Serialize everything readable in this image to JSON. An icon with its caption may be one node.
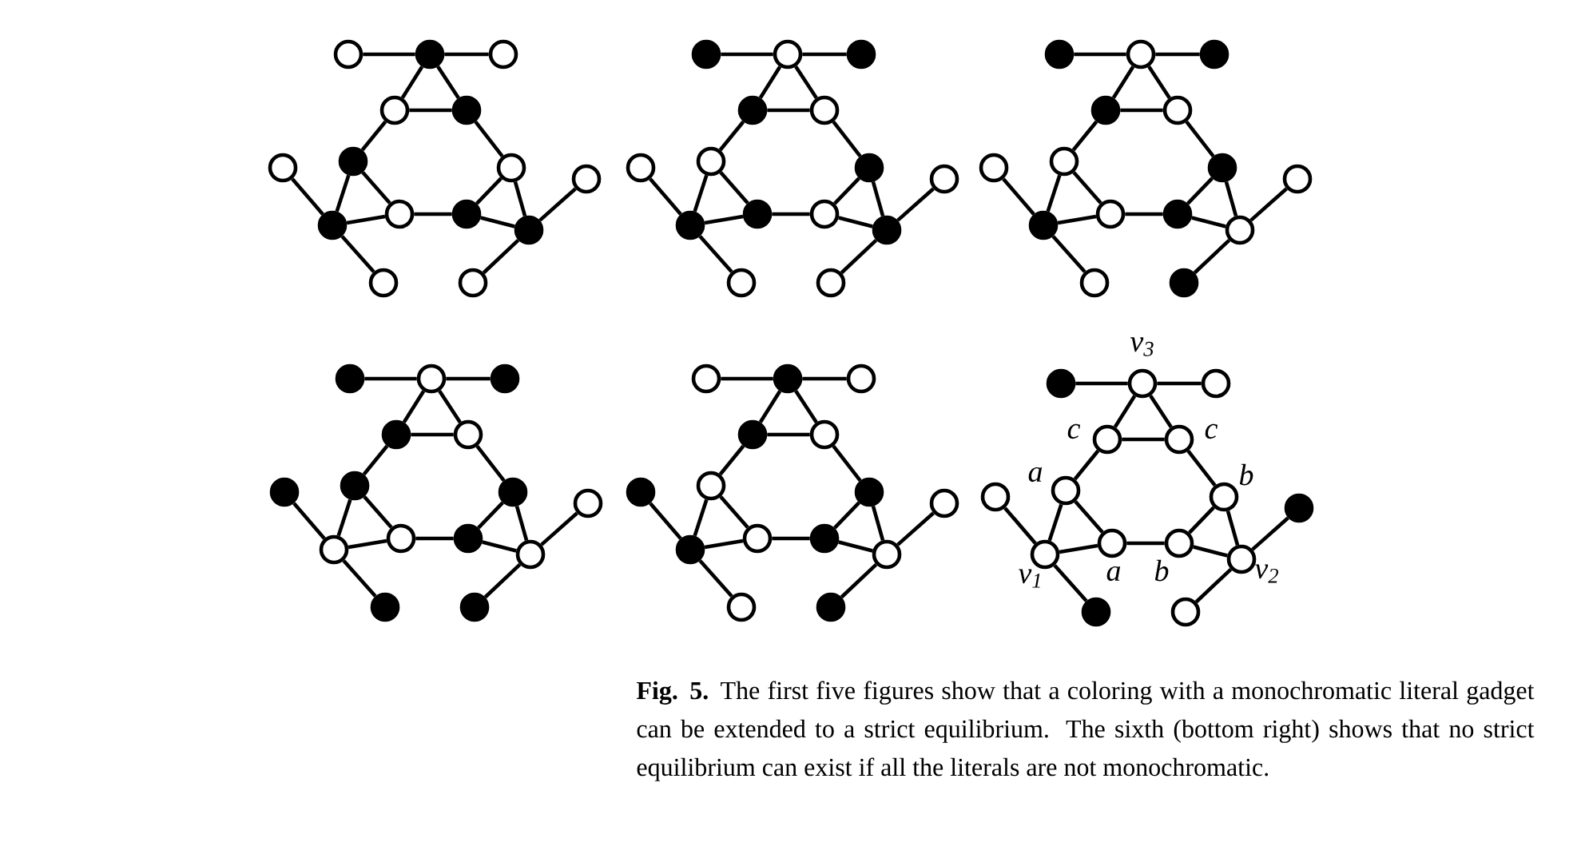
{
  "diagram": {
    "caption": "**Fig. 5.** The first five figures show that a coloring with a monochromatic literal gadget can be extended to a strict equilibrium. The sixth (bottom right) shows that no strict equilibrium can exist if all the literals are not monochromatic.",
    "nodes": [
      {
        "text": [],
        "shape": "circle"
      },
      {
        "text": [],
        "shape": "dot"
      },
      {
        "text": [],
        "shape": "circle"
      },
      {
        "text": [],
        "shape": "circle"
      },
      {
        "text": [],
        "shape": "dot"
      },
      {
        "text": [],
        "shape": "dot"
      },
      {
        "text": [],
        "shape": "circle"
      },
      {
        "text": [],
        "shape": "circle"
      },
      {
        "text": [],
        "shape": "circle"
      },
      {
        "text": [],
        "shape": "dot"
      },
      {
        "text": [],
        "shape": "circle"
      },
      {
        "text": [],
        "shape": "dot"
      },
      {
        "text": [],
        "shape": "dot"
      },
      {
        "text": [],
        "shape": "circle"
      },
      {
        "text": [],
        "shape": "circle"
      },
      {
        "text": [],
        "shape": "dot"
      },
      {
        "text": [],
        "shape": "circle"
      },
      {
        "text": [],
        "shape": "dot"
      },
      {
        "text": [],
        "shape": "dot"
      },
      {
        "text": [],
        "shape": "circle"
      },
      {
        "text": [],
        "shape": "circle"
      },
      {
        "text": [],
        "shape": "dot"
      },
      {
        "text": [],
        "shape": "circle"
      },
      {
        "text": [],
        "shape": "circle"
      },
      {
        "text": [],
        "shape": "dot"
      },
      {
        "text": [],
        "shape": "dot"
      },
      {
        "text": [],
        "shape": "circle"
      },
      {
        "text": [],
        "shape": "dot"
      },
      {
        "text": [],
        "shape": "circle"
      },
      {
        "text": [],
        "shape": "circle"
      },
      {
        "text": [],
        "shape": "dot"
      },
      {
        "text": [],
        "shape": "circle"
      },
      {
        "text": [],
        "shape": "dot"
      },
      {
        "text": [],
        "shape": "dot"
      },
      {
        "text": [],
        "shape": "circle"
      },
      {
        "text": [],
        "shape": "circle"
      },
      {
        "text": [],
        "shape": "dot"
      },
      {
        "text": [],
        "shape": "circle"
      },
      {
        "text": [],
        "shape": "circle"
      },
      {
        "text": [],
        "shape": "dot"
      },
      {
        "text": [],
        "shape": "circle"
      },
      {
        "text": [],
        "shape": "dot"
      },
      {
        "text": [],
        "shape": "circle"
      },
      {
        "text": [],
        "shape": "circle"
      },
      {
        "text": [],
        "shape": "dot"
      },
      {
        "text": [],
        "shape": "dot"
      },
      {
        "text": [],
        "shape": "circle"
      },
      {
        "text": [],
        "shape": "dot"
      },
      {
        "text": [],
        "shape": "dot"
      },
      {
        "text": [],
        "shape": "circle"
      },
      {
        "text": [],
        "shape": "dot"
      },
      {
        "text": [],
        "shape": "dot"
      },
      {
        "text": [],
        "shape": "dot"
      },
      {
        "text": [],
        "shape": "circle"
      },
      {
        "text": [],
        "shape": "circle"
      },
      {
        "text": [],
        "shape": "circle"
      },
      {
        "text": [],
        "shape": "dot"
      },
      {
        "text": [],
        "shape": "circle"
      },
      {
        "text": [],
        "shape": "dot"
      },
      {
        "text": [],
        "shape": "dot"
      },
      {
        "text": [],
        "shape": "circle"
      },
      {
        "text": [],
        "shape": "dot"
      },
      {
        "text": [],
        "shape": "circle"
      },
      {
        "text": [],
        "shape": "dot"
      },
      {
        "text": [],
        "shape": "circle"
      },
      {
        "text": [],
        "shape": "circle"
      },
      {
        "text": [],
        "shape": "dot"
      },
      {
        "text": [],
        "shape": "dot"
      },
      {
        "text": [],
        "shape": "circle"
      },
      {
        "text": [],
        "shape": "dot"
      },
      {
        "text": [],
        "shape": "circle"
      },
      {
        "text": [],
        "shape": "dot"
      },
      {
        "text": [],
        "shape": "circle"
      },
      {
        "text": [],
        "shape": "circle"
      },
      {
        "text": [],
        "shape": "dot"
      },
      {
        "text": [],
        "shape": "dot"
      },
      {
        "text": [],
        "shape": "circle",
        "beside": [
          "v$_{3}$"
        ]
      },
      {
        "text": [],
        "shape": "circle"
      },
      {
        "text": [],
        "shape": "circle",
        "beside": [
          "c"
        ]
      },
      {
        "text": [],
        "shape": "circle",
        "beside": [
          "c"
        ]
      },
      {
        "text": [],
        "shape": "circle",
        "beside": [
          "a"
        ]
      },
      {
        "text": [],
        "shape": "circle",
        "beside": [
          "b"
        ]
      },
      {
        "text": [],
        "shape": "circle"
      },
      {
        "text": [],
        "shape": "dot"
      },
      {
        "text": [],
        "shape": "circle",
        "beside": [
          "v$_{1}$"
        ]
      },
      {
        "text": [],
        "shape": "circle",
        "beside": [
          "a"
        ]
      },
      {
        "text": [],
        "shape": "circle",
        "beside": [
          "b"
        ]
      },
      {
        "text": [],
        "shape": "circle",
        "beside": [
          "v$_{2}$"
        ]
      },
      {
        "text": [],
        "shape": "dot"
      },
      {
        "text": [],
        "shape": "circle"
      }
    ],
    "edges": [
      {
        "from": 0,
        "to": 1,
        "arrow": "none"
      },
      {
        "from": 1,
        "to": 2,
        "arrow": "none"
      },
      {
        "from": 1,
        "to": 3,
        "arrow": "none"
      },
      {
        "from": 1,
        "to": 4,
        "arrow": "none"
      },
      {
        "from": 3,
        "to": 4,
        "arrow": "none"
      },
      {
        "from": 3,
        "to": 5,
        "arrow": "none"
      },
      {
        "from": 4,
        "to": 6,
        "arrow": "none"
      },
      {
        "from": 5,
        "to": 9,
        "arrow": "none"
      },
      {
        "from": 5,
        "to": 10,
        "arrow": "none"
      },
      {
        "from": 9,
        "to": 10,
        "arrow": "none"
      },
      {
        "from": 10,
        "to": 11,
        "arrow": "none"
      },
      {
        "from": 11,
        "to": 6,
        "arrow": "none"
      },
      {
        "from": 11,
        "to": 12,
        "arrow": "none"
      },
      {
        "from": 6,
        "to": 12,
        "arrow": "none"
      },
      {
        "from": 9,
        "to": 7,
        "arrow": "none"
      },
      {
        "from": 9,
        "to": 13,
        "arrow": "none"
      },
      {
        "from": 12,
        "to": 8,
        "arrow": "none"
      },
      {
        "from": 12,
        "to": 14,
        "arrow": "none"
      },
      {
        "from": 15,
        "to": 16,
        "arrow": "none"
      },
      {
        "from": 16,
        "to": 17,
        "arrow": "none"
      },
      {
        "from": 16,
        "to": 18,
        "arrow": "none"
      },
      {
        "from": 16,
        "to": 19,
        "arrow": "none"
      },
      {
        "from": 18,
        "to": 19,
        "arrow": "none"
      },
      {
        "from": 18,
        "to": 20,
        "arrow": "none"
      },
      {
        "from": 19,
        "to": 21,
        "arrow": "none"
      },
      {
        "from": 20,
        "to": 24,
        "arrow": "none"
      },
      {
        "from": 20,
        "to": 25,
        "arrow": "none"
      },
      {
        "from": 24,
        "to": 25,
        "arrow": "none"
      },
      {
        "from": 25,
        "to": 26,
        "arrow": "none"
      },
      {
        "from": 26,
        "to": 21,
        "arrow": "none"
      },
      {
        "from": 26,
        "to": 27,
        "arrow": "none"
      },
      {
        "from": 21,
        "to": 27,
        "arrow": "none"
      },
      {
        "from": 24,
        "to": 22,
        "arrow": "none"
      },
      {
        "from": 24,
        "to": 28,
        "arrow": "none"
      },
      {
        "from": 27,
        "to": 23,
        "arrow": "none"
      },
      {
        "from": 27,
        "to": 29,
        "arrow": "none"
      },
      {
        "from": 30,
        "to": 31,
        "arrow": "none"
      },
      {
        "from": 31,
        "to": 32,
        "arrow": "none"
      },
      {
        "from": 31,
        "to": 33,
        "arrow": "none"
      },
      {
        "from": 31,
        "to": 34,
        "arrow": "none"
      },
      {
        "from": 33,
        "to": 34,
        "arrow": "none"
      },
      {
        "from": 33,
        "to": 35,
        "arrow": "none"
      },
      {
        "from": 34,
        "to": 36,
        "arrow": "none"
      },
      {
        "from": 35,
        "to": 39,
        "arrow": "none"
      },
      {
        "from": 35,
        "to": 40,
        "arrow": "none"
      },
      {
        "from": 39,
        "to": 40,
        "arrow": "none"
      },
      {
        "from": 40,
        "to": 41,
        "arrow": "none"
      },
      {
        "from": 41,
        "to": 36,
        "arrow": "none"
      },
      {
        "from": 41,
        "to": 42,
        "arrow": "none"
      },
      {
        "from": 36,
        "to": 42,
        "arrow": "none"
      },
      {
        "from": 39,
        "to": 37,
        "arrow": "none"
      },
      {
        "from": 39,
        "to": 43,
        "arrow": "none"
      },
      {
        "from": 42,
        "to": 38,
        "arrow": "none"
      },
      {
        "from": 42,
        "to": 44,
        "arrow": "none"
      },
      {
        "from": 45,
        "to": 46,
        "arrow": "none"
      },
      {
        "from": 46,
        "to": 47,
        "arrow": "none"
      },
      {
        "from": 46,
        "to": 48,
        "arrow": "none"
      },
      {
        "from": 46,
        "to": 49,
        "arrow": "none"
      },
      {
        "from": 48,
        "to": 49,
        "arrow": "none"
      },
      {
        "from": 48,
        "to": 50,
        "arrow": "none"
      },
      {
        "from": 49,
        "to": 51,
        "arrow": "none"
      },
      {
        "from": 50,
        "to": 54,
        "arrow": "none"
      },
      {
        "from": 50,
        "to": 55,
        "arrow": "none"
      },
      {
        "from": 54,
        "to": 55,
        "arrow": "none"
      },
      {
        "from": 55,
        "to": 56,
        "arrow": "none"
      },
      {
        "from": 56,
        "to": 51,
        "arrow": "none"
      },
      {
        "from": 56,
        "to": 57,
        "arrow": "none"
      },
      {
        "from": 51,
        "to": 57,
        "arrow": "none"
      },
      {
        "from": 54,
        "to": 52,
        "arrow": "none"
      },
      {
        "from": 54,
        "to": 58,
        "arrow": "none"
      },
      {
        "from": 57,
        "to": 53,
        "arrow": "none"
      },
      {
        "from": 57,
        "to": 59,
        "arrow": "none"
      },
      {
        "from": 60,
        "to": 61,
        "arrow": "none"
      },
      {
        "from": 61,
        "to": 62,
        "arrow": "none"
      },
      {
        "from": 61,
        "to": 63,
        "arrow": "none"
      },
      {
        "from": 61,
        "to": 64,
        "arrow": "none"
      },
      {
        "from": 63,
        "to": 64,
        "arrow": "none"
      },
      {
        "from": 63,
        "to": 65,
        "arrow": "none"
      },
      {
        "from": 64,
        "to": 66,
        "arrow": "none"
      },
      {
        "from": 65,
        "to": 69,
        "arrow": "none"
      },
      {
        "from": 65,
        "to": 70,
        "arrow": "none"
      },
      {
        "from": 69,
        "to": 70,
        "arrow": "none"
      },
      {
        "from": 70,
        "to": 71,
        "arrow": "none"
      },
      {
        "from": 71,
        "to": 66,
        "arrow": "none"
      },
      {
        "from": 71,
        "to": 72,
        "arrow": "none"
      },
      {
        "from": 66,
        "to": 72,
        "arrow": "none"
      },
      {
        "from": 69,
        "to": 67,
        "arrow": "none"
      },
      {
        "from": 69,
        "to": 73,
        "arrow": "none"
      },
      {
        "from": 72,
        "to": 68,
        "arrow": "none"
      },
      {
        "from": 72,
        "to": 74,
        "arrow": "none"
      },
      {
        "from": 75,
        "to": 76,
        "arrow": "none"
      },
      {
        "from": 76,
        "to": 77,
        "arrow": "none"
      },
      {
        "from": 76,
        "to": 78,
        "arrow": "none"
      },
      {
        "from": 76,
        "to": 79,
        "arrow": "none"
      },
      {
        "from": 78,
        "to": 79,
        "arrow": "none"
      },
      {
        "from": 78,
        "to": 80,
        "arrow": "none"
      },
      {
        "from": 79,
        "to": 81,
        "arrow": "none"
      },
      {
        "from": 80,
        "to": 84,
        "arrow": "none"
      },
      {
        "from": 80,
        "to": 85,
        "arrow": "none"
      },
      {
        "from": 84,
        "to": 85,
        "arrow": "none"
      },
      {
        "from": 85,
        "to": 86,
        "arrow": "none"
      },
      {
        "from": 86,
        "to": 81,
        "arrow": "none"
      },
      {
        "from": 86,
        "to": 87,
        "arrow": "none"
      },
      {
        "from": 81,
        "to": 87,
        "arrow": "none"
      },
      {
        "from": 84,
        "to": 82,
        "arrow": "none"
      },
      {
        "from": 84,
        "to": 88,
        "arrow": "none"
      },
      {
        "from": 87,
        "to": 83,
        "arrow": "none"
      },
      {
        "from": 87,
        "to": 89,
        "arrow": "none"
      }
    ]
  }
}
